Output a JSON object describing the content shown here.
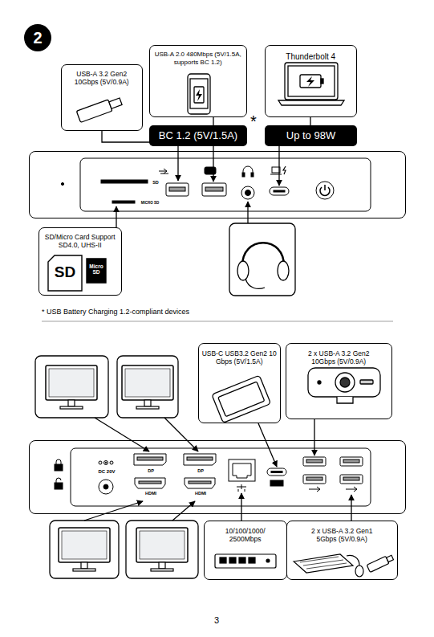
{
  "diagram": {
    "nodes": [
      {
        "text": [
          "2"
        ]
      },
      {
        "text": [
          "USB-A 3.2 Gen2 10Gbps (5V/0.9A)"
        ]
      },
      {
        "text": [
          "USB-A 2.0 480Mbps (5V/1.5A, supports BC 1.2)"
        ]
      },
      {
        "text": [
          "Thunderbolt 4"
        ]
      },
      {
        "text": [
          "BC 1.2 (5V/1.5A)"
        ]
      },
      {
        "text": [
          "Up to 98W"
        ]
      },
      {
        "text": [
          "SD",
          "MICRO SD"
        ]
      },
      {
        "text": [
          "SD/Micro Card Support SD4.0, UHS-II"
        ]
      },
      {
        "text": [
          "USB-C USB3.2 Gen2 10 Gbps (5V/1.5A)"
        ]
      },
      {
        "text": [
          "2 x USB-A 3.2 Gen2 10Gbps (5V/0.9A)"
        ]
      },
      {
        "text": [
          "DC 20V",
          "DP",
          "DP",
          "HDMI",
          "HDMI"
        ]
      },
      {
        "text": [
          "10/100/1000/ 2500Mbps"
        ]
      },
      {
        "text": [
          "2 x USB-A 3.2 Gen1 5Gbps (5V/0.9A)"
        ]
      }
    ],
    "edges": [
      {
        "from": 1,
        "to": 6,
        "arrow": "to"
      },
      {
        "from": 2,
        "to": 4,
        "arrow": "none"
      },
      {
        "from": 4,
        "to": 6,
        "arrow": "to"
      },
      {
        "from": 3,
        "to": 5,
        "arrow": "none"
      },
      {
        "from": 5,
        "to": 6,
        "arrow": "to"
      },
      {
        "from": 7,
        "to": 6,
        "arrow": "to"
      },
      {
        "from": 8,
        "to": 10,
        "arrow": "to"
      },
      {
        "from": 9,
        "to": 10,
        "arrow": "to"
      },
      {
        "from": 11,
        "to": 10,
        "arrow": "to"
      },
      {
        "from": 12,
        "to": 10,
        "arrow": "to"
      }
    ],
    "labels": [
      "*",
      "SD",
      "Micro SD",
      "* USB Battery Charging 1.2-compliant devices",
      "3"
    ]
  }
}
